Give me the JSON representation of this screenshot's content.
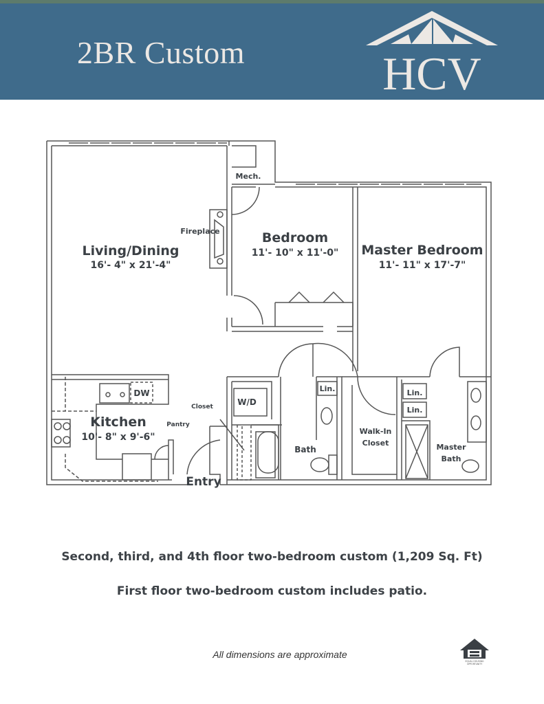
{
  "header": {
    "title": "2BR Custom",
    "logo_text": "HCV",
    "background_color": "#3f6b8b"
  },
  "floorplan": {
    "rooms": {
      "living": {
        "name": "Living/Dining",
        "dims": "16'- 4\" x 21'-4\""
      },
      "bedroom": {
        "name": "Bedroom",
        "dims": "11'- 10\" x 11'-0\""
      },
      "master": {
        "name": "Master Bedroom",
        "dims": "11'- 11\" x 17'-7\""
      },
      "kitchen": {
        "name": "Kitchen",
        "dims": "10'- 8\" x 9'-6\""
      }
    },
    "labels": {
      "mech": "Mech.",
      "fireplace": "Fireplace",
      "dw": "DW",
      "pantry": "Pantry",
      "closet": "Closet",
      "wd": "W/D",
      "lin1": "Lin.",
      "lin2": "Lin.",
      "lin3": "Lin.",
      "bath": "Bath",
      "walkin1": "Walk-In",
      "walkin2": "Closet",
      "masterbath1": "Master",
      "masterbath2": "Bath",
      "entry": "Entry"
    }
  },
  "captions": {
    "line1": "Second, third, and 4th floor two-bedroom custom (1,209 Sq. Ft)",
    "line2": "First floor two-bedroom custom includes patio."
  },
  "footer": {
    "note": "All dimensions are approximate",
    "eho_text": "EQUAL HOUSING OPPORTUNITY"
  }
}
